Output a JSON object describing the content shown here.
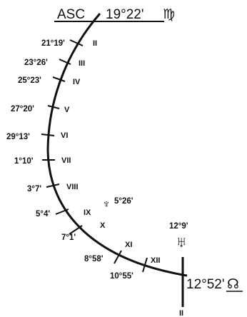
{
  "asc": {
    "label": "ASC",
    "degree": "19°22'",
    "sign_glyph": "♍"
  },
  "cusps": [
    {
      "deg": "21°19'",
      "num": "II"
    },
    {
      "deg": "23°26'",
      "num": "III"
    },
    {
      "deg": "25°23'",
      "num": "IV"
    },
    {
      "deg": "27°20'",
      "num": "V"
    },
    {
      "deg": "29°13'",
      "num": "VI"
    },
    {
      "deg": "1°10'",
      "num": "VII"
    },
    {
      "deg": "3°7'",
      "num": "VIII"
    },
    {
      "deg": "5°4'",
      "num": "IX"
    },
    {
      "deg": "7°1'",
      "num": "X"
    },
    {
      "deg": "8°58'",
      "num": "XI"
    },
    {
      "deg": "10°55'",
      "num": "XII"
    }
  ],
  "planet_marker": {
    "glyph": "♆",
    "degree": "5°26'"
  },
  "uranus": {
    "glyph": "♅",
    "degree": "12°9'"
  },
  "end": {
    "degree": "12°52'",
    "glyph": "☊",
    "num": "II"
  }
}
